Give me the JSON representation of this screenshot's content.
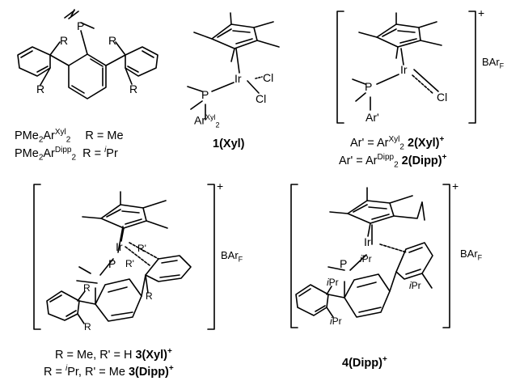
{
  "ligand": {
    "line1_prefix": "PMe",
    "line1_sub": "2",
    "line1_ar": "Ar",
    "line1_sup": "Xyl",
    "line1_sub2": "2",
    "line1_r": "R = Me",
    "line2_prefix": "PMe",
    "line2_sub": "2",
    "line2_ar": "Ar",
    "line2_sup": "Dipp",
    "line2_sub2": "2",
    "line2_r": "R = ",
    "line2_ipr_i": "i",
    "line2_ipr": "Pr",
    "atom_P": "P",
    "atom_R": "R"
  },
  "complex1": {
    "label": "1(Xyl)",
    "atom_Ir": "Ir",
    "atom_Cl_1": "Cl",
    "atom_Cl_2": "Cl",
    "atom_P": "P",
    "ar_text": "Ar",
    "ar_sup": "Xyl",
    "ar_sub": "2"
  },
  "complex2": {
    "charge": "+",
    "counterion": "BAr",
    "counterion_sub": "F",
    "atom_Ir": "Ir",
    "atom_Cl": "Cl",
    "atom_P": "P",
    "atom_Ar": "Ar'",
    "line1_pre": "Ar' = Ar",
    "line1_sup": "Xyl",
    "line1_sub": "2",
    "line1_label": "2(Xyl)",
    "line1_charge": "+",
    "line2_pre": "Ar' = Ar",
    "line2_sup": "Dipp",
    "line2_sub": "2",
    "line2_label": "2(Dipp)",
    "line2_charge": "+"
  },
  "complex3": {
    "charge": "+",
    "counterion": "BAr",
    "counterion_sub": "F",
    "atom_Ir": "Ir",
    "atom_P": "P",
    "atom_R1": "R'",
    "atom_R2": "R'",
    "atom_R3": "R",
    "atom_R4": "R",
    "atom_R5": "R",
    "line1_pre": "R = Me, R' = H ",
    "line1_label": "3(Xyl)",
    "line1_charge": "+",
    "line2_pre": "R = ",
    "line2_i": "i",
    "line2_mid": "Pr, R' = Me ",
    "line2_label": "3(Dipp)",
    "line2_charge": "+"
  },
  "complex4": {
    "charge": "+",
    "counterion": "BAr",
    "counterion_sub": "F",
    "atom_Ir": "Ir",
    "atom_P": "P",
    "ipr_i": "i",
    "ipr": "Pr",
    "label": "4(Dipp)",
    "label_charge": "+"
  }
}
